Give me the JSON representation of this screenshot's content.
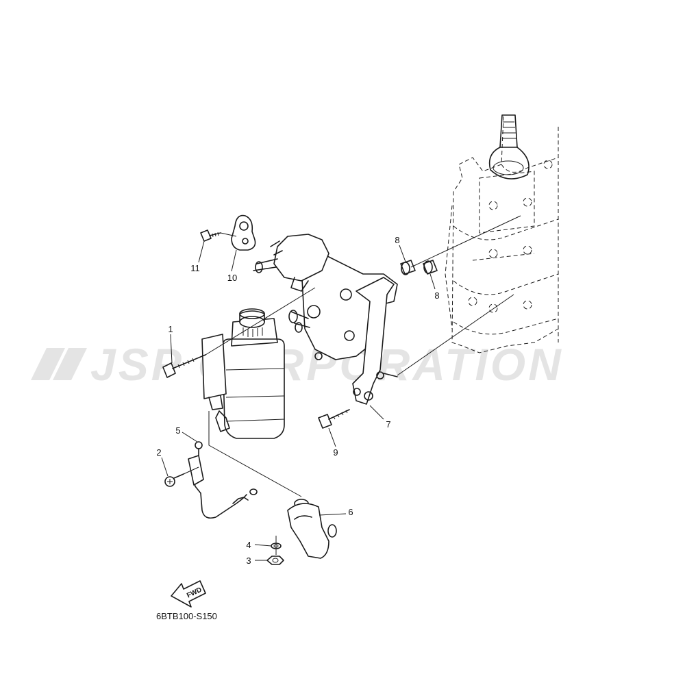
{
  "watermark": {
    "text": "JSP CORPORATION"
  },
  "callouts": [
    {
      "id": "1",
      "label": "1"
    },
    {
      "id": "2",
      "label": "2"
    },
    {
      "id": "3",
      "label": "3"
    },
    {
      "id": "4",
      "label": "4"
    },
    {
      "id": "5",
      "label": "5"
    },
    {
      "id": "6",
      "label": "6"
    },
    {
      "id": "7",
      "label": "7"
    },
    {
      "id": "8a",
      "label": "8"
    },
    {
      "id": "8b",
      "label": "8"
    },
    {
      "id": "9",
      "label": "9"
    },
    {
      "id": "10",
      "label": "10"
    },
    {
      "id": "11",
      "label": "11"
    }
  ],
  "fwd_arrow": {
    "label": "FWD"
  },
  "diagram_code": "6BTB100-S150"
}
